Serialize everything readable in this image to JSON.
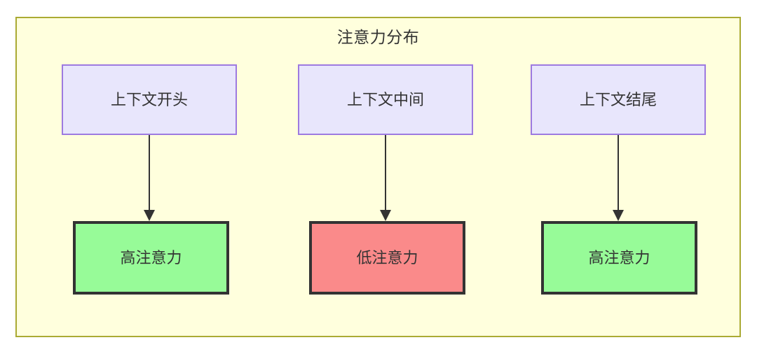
{
  "diagram": {
    "type": "flowchart",
    "title": "注意力分布",
    "background_color": "#ffffff",
    "container": {
      "label": "注意力分布",
      "fill": "#ffffdd",
      "stroke": "#aaaa33"
    },
    "nodes": [
      {
        "id": "ctx-start",
        "label": "上下文开头",
        "group": "context",
        "fill": "#e8e6fc",
        "stroke": "#9d7ae0"
      },
      {
        "id": "ctx-mid",
        "label": "上下文中间",
        "group": "context",
        "fill": "#e8e6fc",
        "stroke": "#9d7ae0"
      },
      {
        "id": "ctx-end",
        "label": "上下文结尾",
        "group": "context",
        "fill": "#e8e6fc",
        "stroke": "#9d7ae0"
      },
      {
        "id": "att-start",
        "label": "高注意力",
        "group": "attention",
        "level": "high",
        "fill": "#97fb98",
        "stroke": "#333333"
      },
      {
        "id": "att-mid",
        "label": "低注意力",
        "group": "attention",
        "level": "low",
        "fill": "#fa8a8a",
        "stroke": "#333333"
      },
      {
        "id": "att-end",
        "label": "高注意力",
        "group": "attention",
        "level": "high",
        "fill": "#97fb98",
        "stroke": "#333333"
      }
    ],
    "edges": [
      {
        "from": "ctx-start",
        "to": "att-start",
        "label": "",
        "arrow": "filled-triangle",
        "color": "#333333"
      },
      {
        "from": "ctx-mid",
        "to": "att-mid",
        "label": "",
        "arrow": "filled-triangle",
        "color": "#333333"
      },
      {
        "from": "ctx-end",
        "to": "att-end",
        "label": "",
        "arrow": "filled-triangle",
        "color": "#333333"
      }
    ]
  }
}
